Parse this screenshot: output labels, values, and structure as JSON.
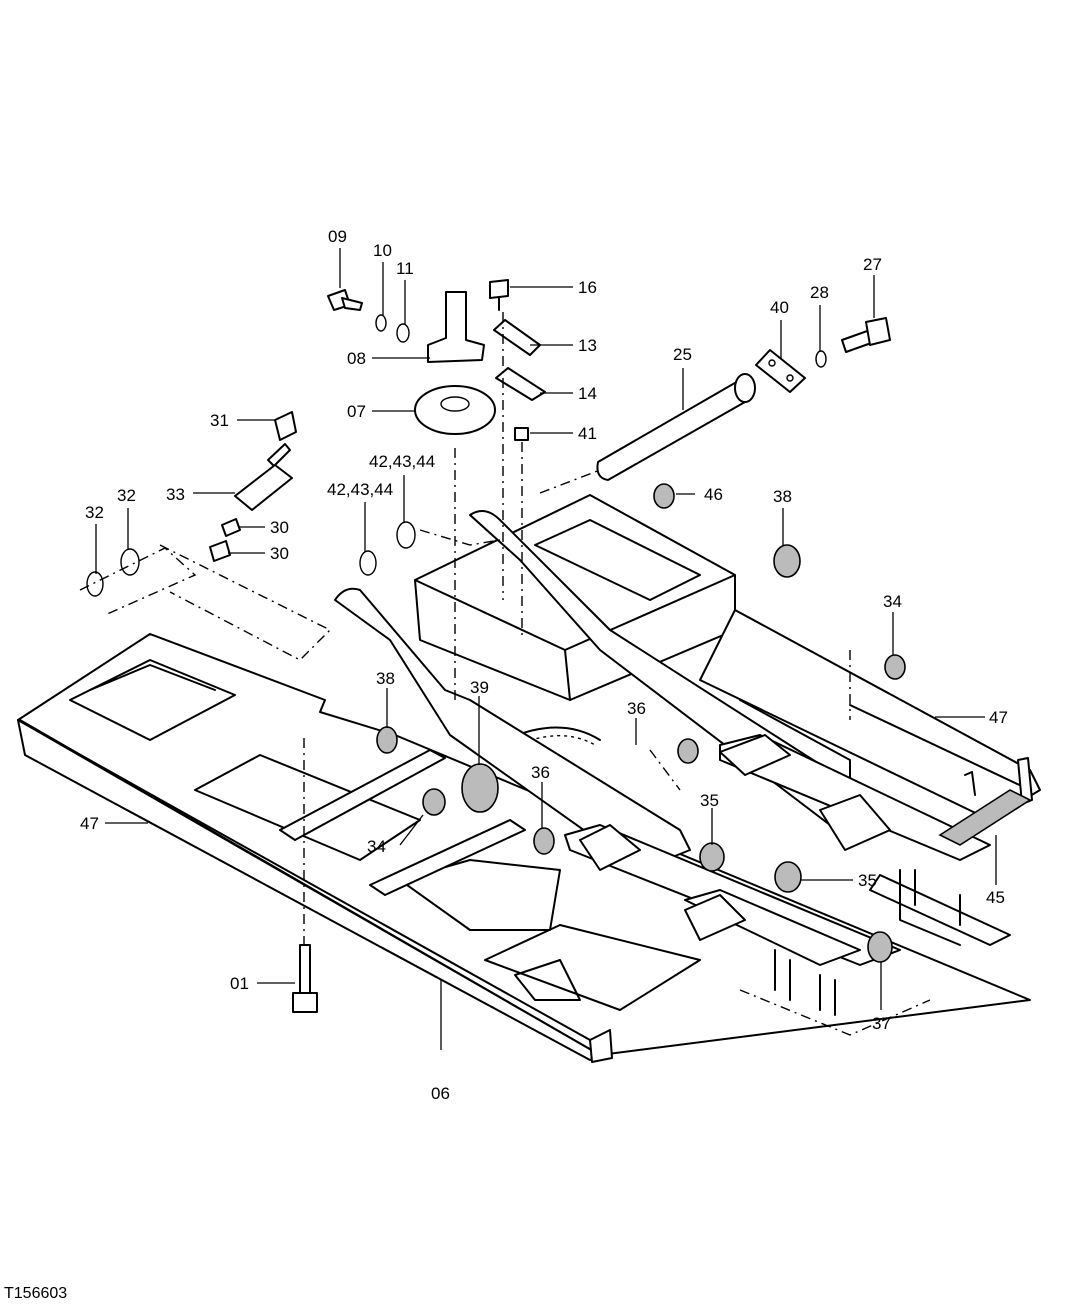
{
  "figure_id": "T156603",
  "callouts": [
    "09",
    "10",
    "11",
    "16",
    "13",
    "14",
    "08",
    "07",
    "41",
    "25",
    "40",
    "28",
    "27",
    "31",
    "33",
    "30",
    "30",
    "32",
    "32",
    "42,43,44",
    "42,43,44",
    "46",
    "38",
    "34",
    "47",
    "38",
    "39",
    "36",
    "36",
    "35",
    "35",
    "45",
    "34",
    "47",
    "01",
    "06",
    "37"
  ]
}
